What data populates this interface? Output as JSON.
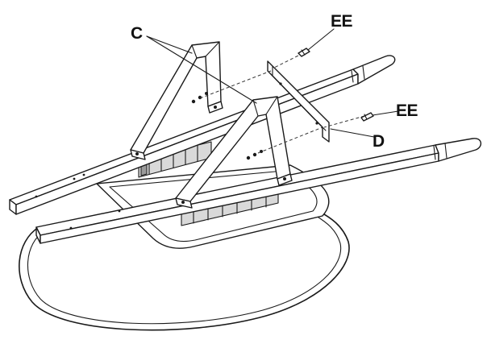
{
  "diagram": {
    "labels": {
      "c": "C",
      "ee_top": "EE",
      "ee_right": "EE",
      "d": "D"
    }
  }
}
